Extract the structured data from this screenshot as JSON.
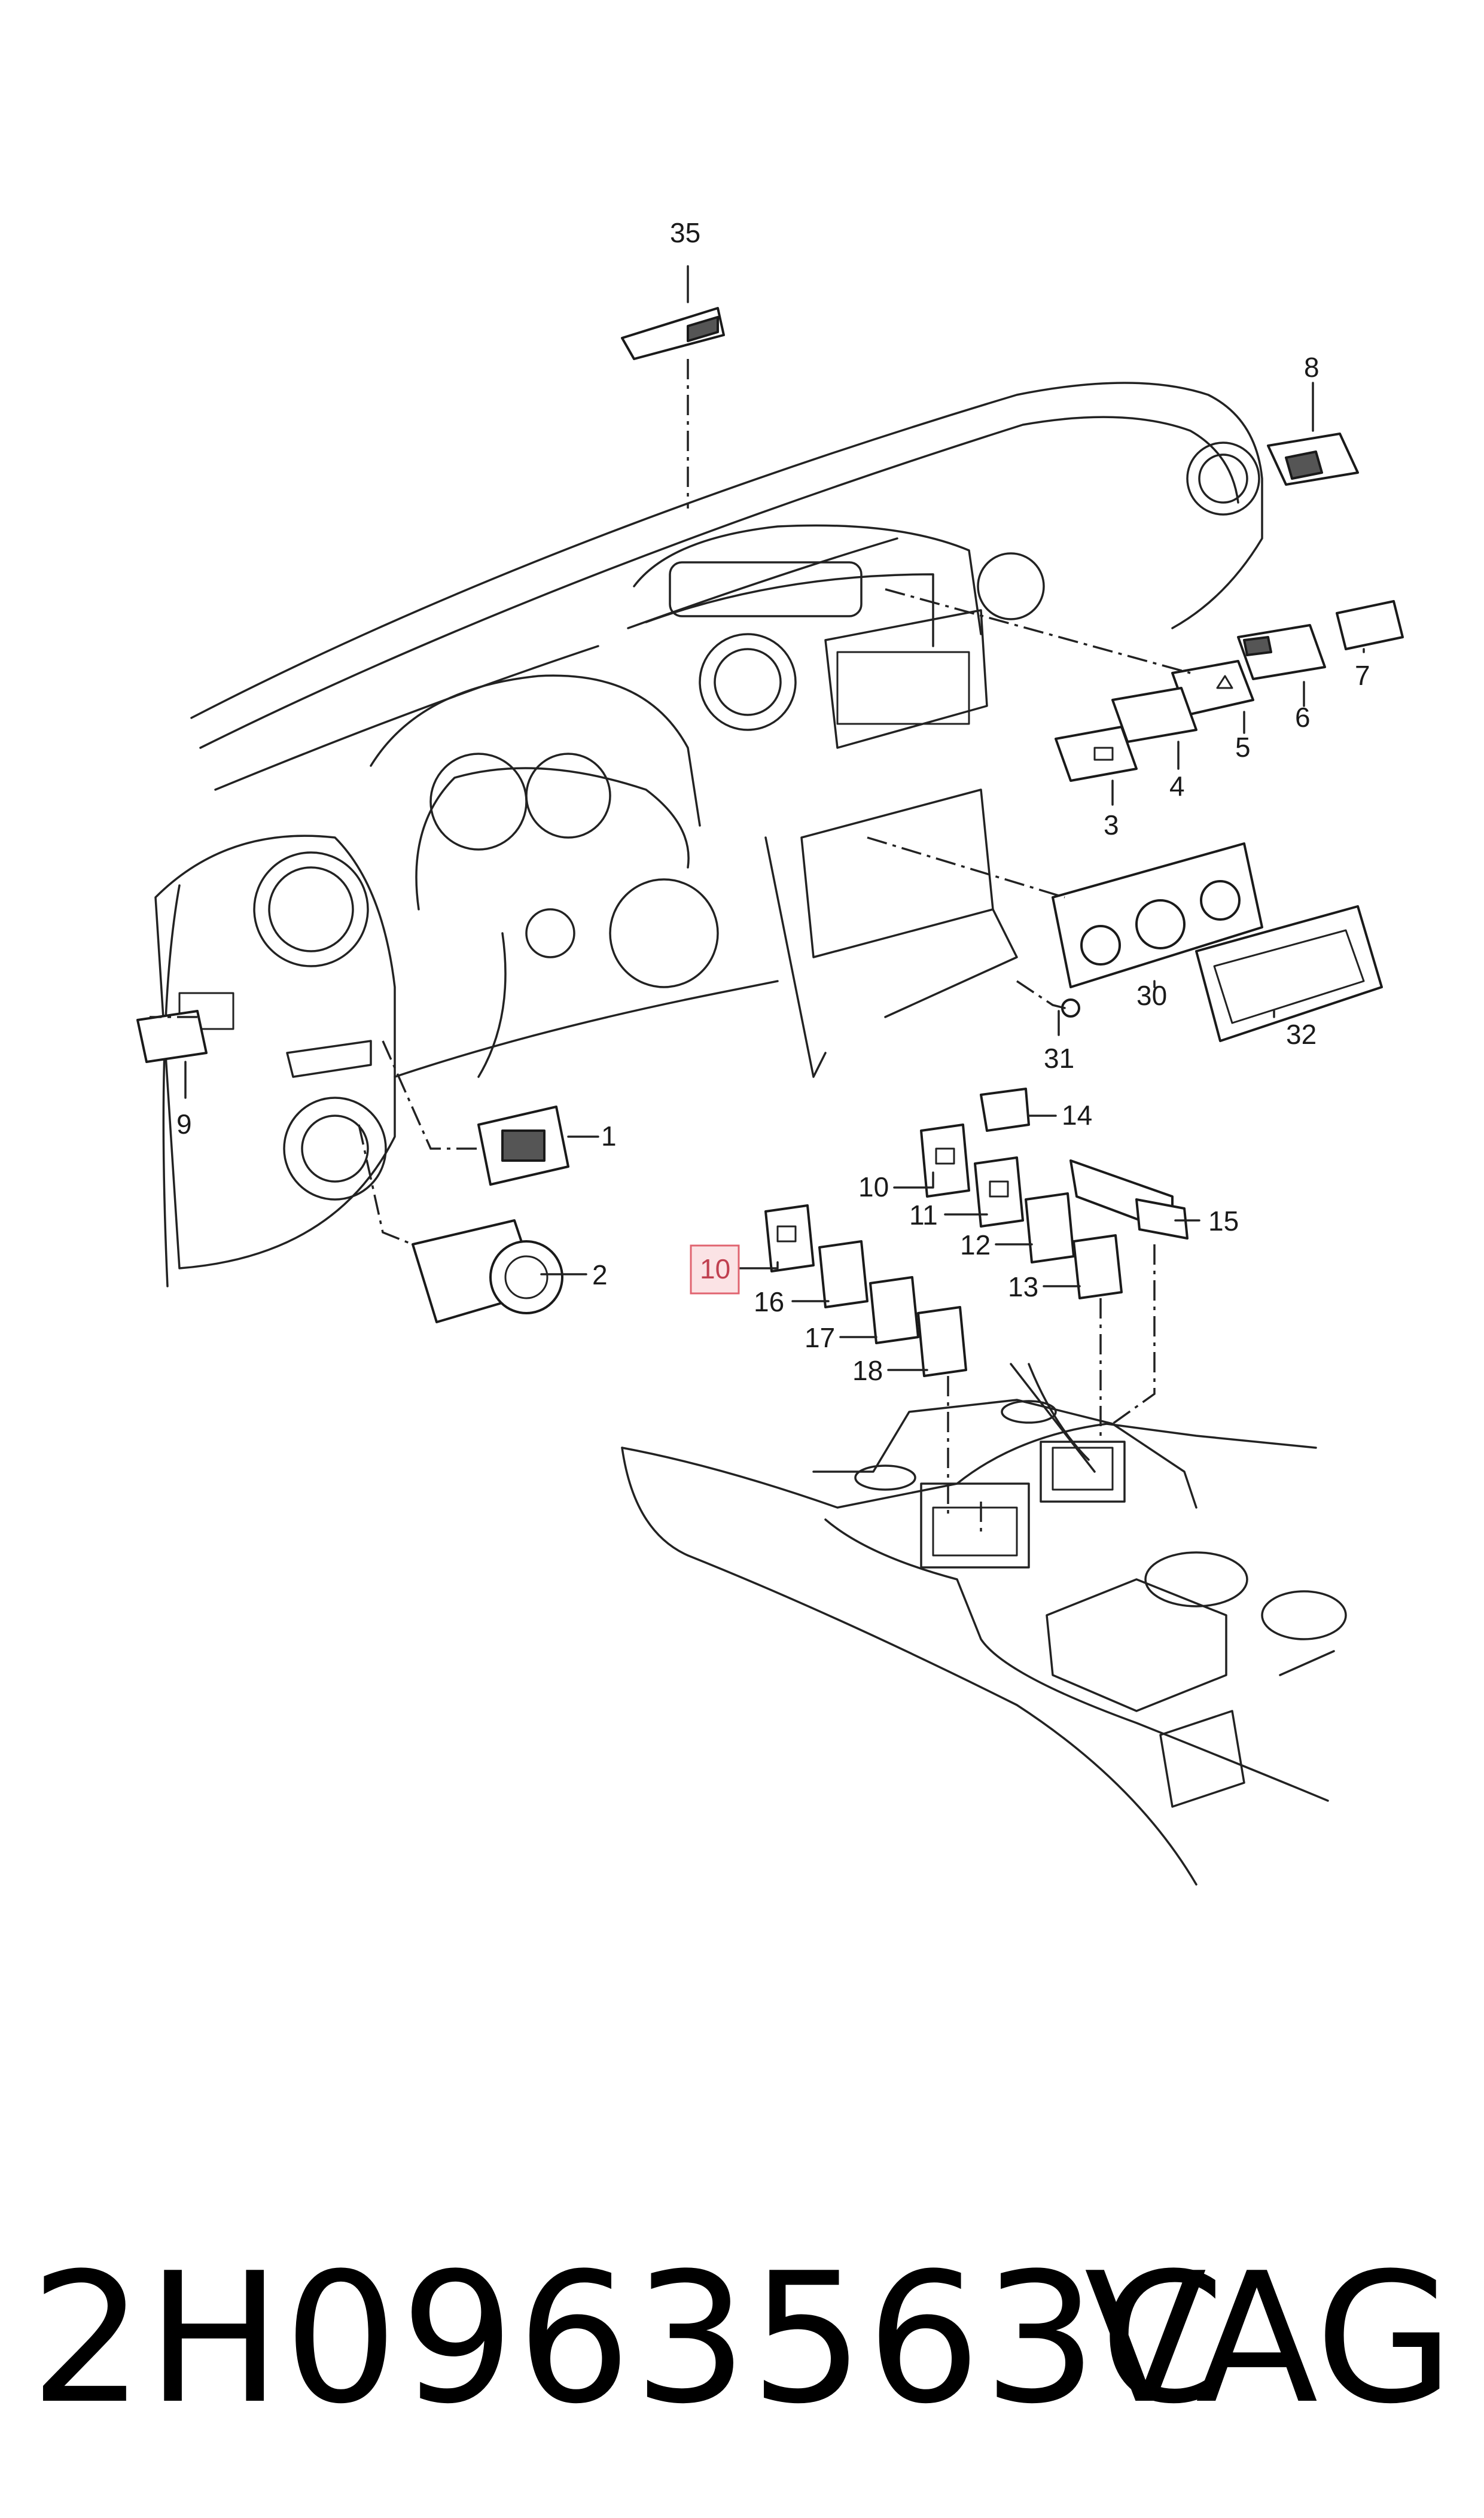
{
  "callouts": {
    "c1": "1",
    "c2": "2",
    "c3": "3",
    "c4": "4",
    "c5": "5",
    "c6": "6",
    "c7": "7",
    "c8": "8",
    "c9": "9",
    "c10a": "10",
    "c10b": "10",
    "c11": "11",
    "c12": "12",
    "c13": "13",
    "c14": "14",
    "c15": "15",
    "c16": "16",
    "c17": "17",
    "c18": "18",
    "c30": "30",
    "c31": "31",
    "c32": "32",
    "c35": "35"
  },
  "highlight": {
    "callout": "10",
    "color": "#e06470"
  },
  "footer": {
    "part_number": "2H0963563C",
    "brand": "VAG"
  }
}
